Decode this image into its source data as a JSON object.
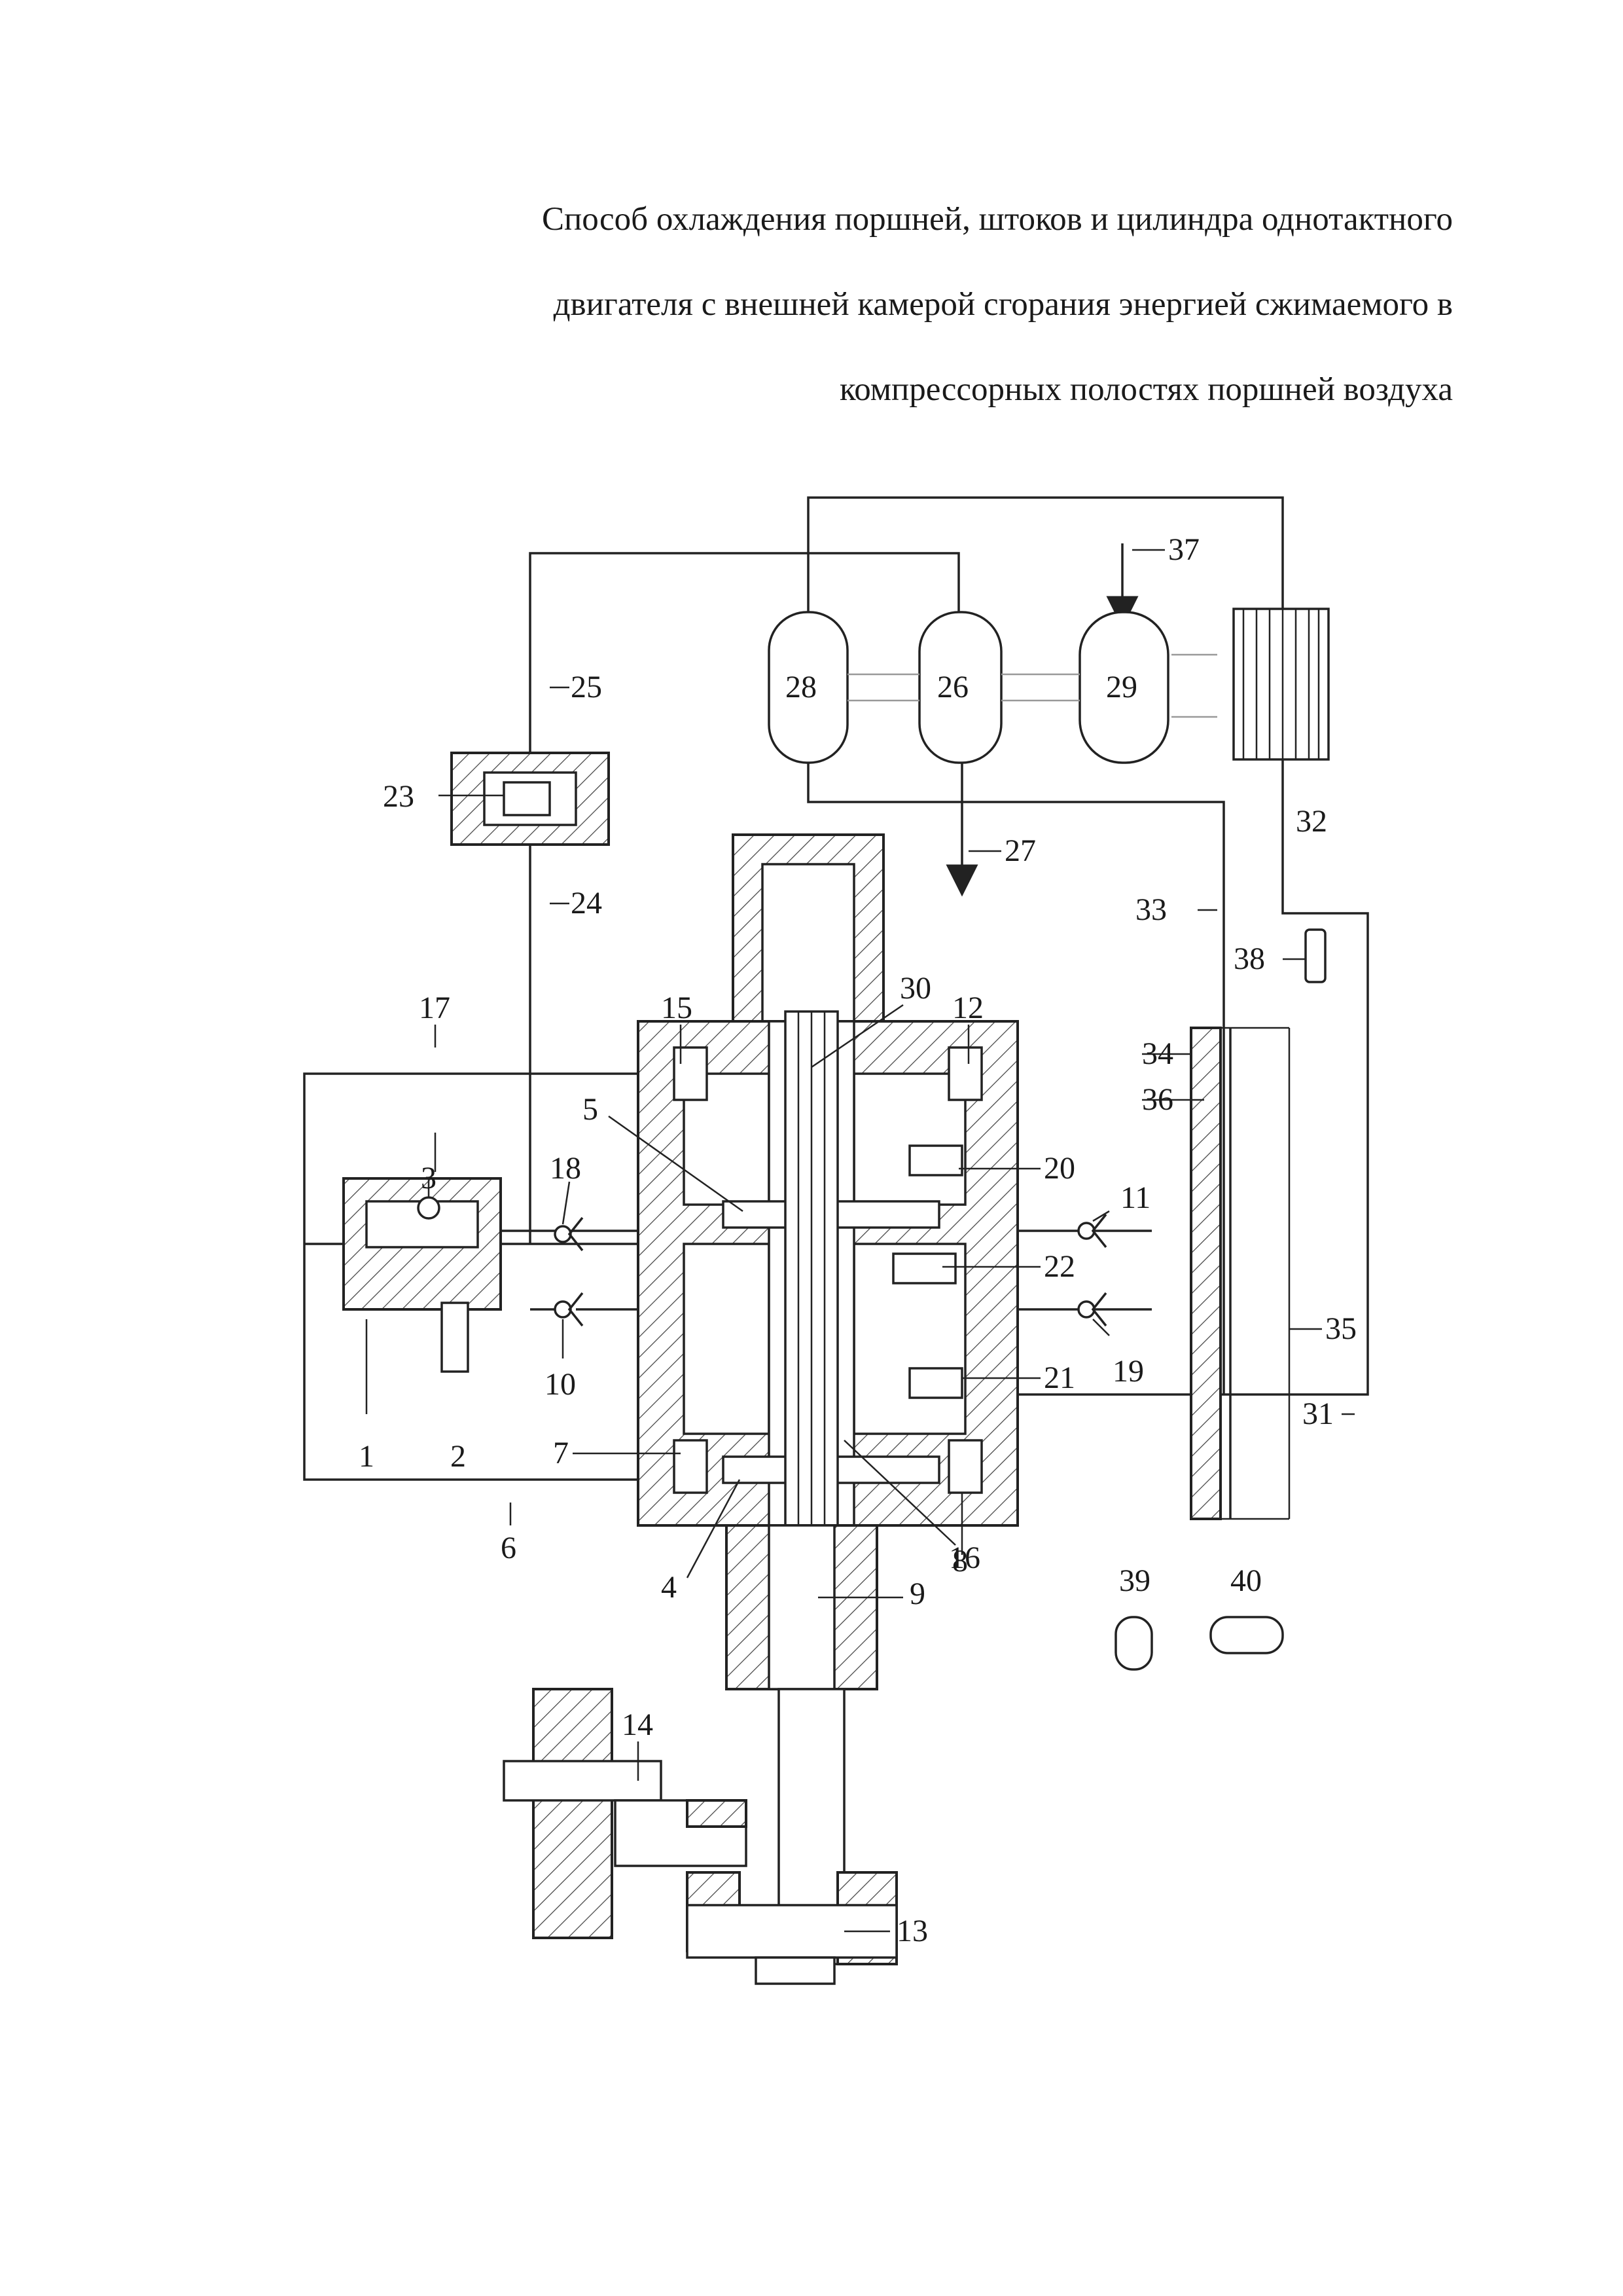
{
  "title_lines": [
    "Способ охлаждения поршней, штоков и цилиндра однотактного",
    "двигателя с внешней камерой сгорания энергией сжимаемого в",
    "компрессорных полостях поршней воздуха"
  ],
  "labels": {
    "l1": "1",
    "l2": "2",
    "l3": "3",
    "l4": "4",
    "l5": "5",
    "l6": "6",
    "l7": "7",
    "l8": "8",
    "l9": "9",
    "l10": "10",
    "l11": "11",
    "l12": "12",
    "l13": "13",
    "l14": "14",
    "l15": "15",
    "l16": "16",
    "l17": "17",
    "l18": "18",
    "l19": "19",
    "l20": "20",
    "l21": "21",
    "l22": "22",
    "l23": "23",
    "l24": "24",
    "l25": "25",
    "l26": "26",
    "l27": "27",
    "l28": "28",
    "l29": "29",
    "l30": "30",
    "l31": "31",
    "l32": "32",
    "l33": "33",
    "l34": "34",
    "l35": "35",
    "l36": "36",
    "l37": "37",
    "l38": "38",
    "l39": "39",
    "l40": "40"
  }
}
